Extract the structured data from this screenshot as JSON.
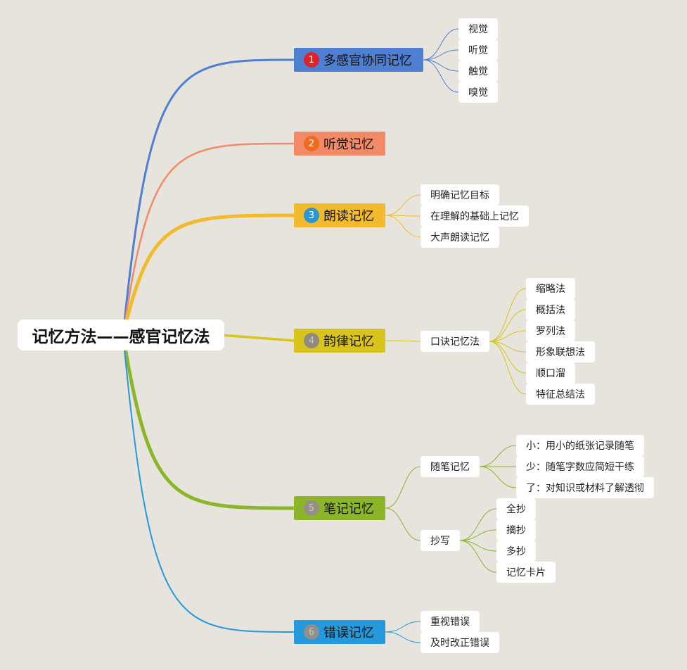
{
  "root": {
    "label": "记忆方法——感官记忆法"
  },
  "branches": [
    {
      "label": "多感官协同记忆",
      "badge": "1",
      "color": "#4e7fd2",
      "badge_color": "#d9242c",
      "children": [
        {
          "label": "视觉"
        },
        {
          "label": "听觉"
        },
        {
          "label": "触觉"
        },
        {
          "label": "嗅觉"
        }
      ]
    },
    {
      "label": "听觉记忆",
      "badge": "2",
      "color": "#f28a67",
      "badge_color": "#ef6a21",
      "children": []
    },
    {
      "label": "朗读记忆",
      "badge": "3",
      "color": "#f2bb2e",
      "badge_color": "#2a96d4",
      "children": [
        {
          "label": "明确记忆目标"
        },
        {
          "label": "在理解的基础上记忆"
        },
        {
          "label": "大声朗读记忆"
        }
      ]
    },
    {
      "label": "韵律记忆",
      "badge": "4",
      "color": "#d8c41d",
      "badge_color": "#8f8a7c",
      "children": [
        {
          "label": "口诀记忆法",
          "children": [
            {
              "label": "缩略法"
            },
            {
              "label": "概括法"
            },
            {
              "label": "罗列法"
            },
            {
              "label": "形象联想法"
            },
            {
              "label": "顺口溜"
            },
            {
              "label": "特征总结法"
            }
          ]
        }
      ]
    },
    {
      "label": "笔记记忆",
      "badge": "5",
      "color": "#8db52a",
      "badge_color": "#949086",
      "children": [
        {
          "label": "随笔记忆",
          "children": [
            {
              "label": "小：用小的纸张记录随笔"
            },
            {
              "label": "少：随笔字数应简短干练"
            },
            {
              "label": "了：对知识或材料了解透彻"
            }
          ]
        },
        {
          "label": "抄写",
          "children": [
            {
              "label": "全抄"
            },
            {
              "label": "摘抄"
            },
            {
              "label": "多抄"
            },
            {
              "label": "记忆卡片"
            }
          ]
        }
      ]
    },
    {
      "label": "错误记忆",
      "badge": "6",
      "color": "#2499dc",
      "badge_color": "#8f8f8f",
      "children": [
        {
          "label": "重视错误"
        },
        {
          "label": "及时改正错误"
        }
      ]
    }
  ]
}
